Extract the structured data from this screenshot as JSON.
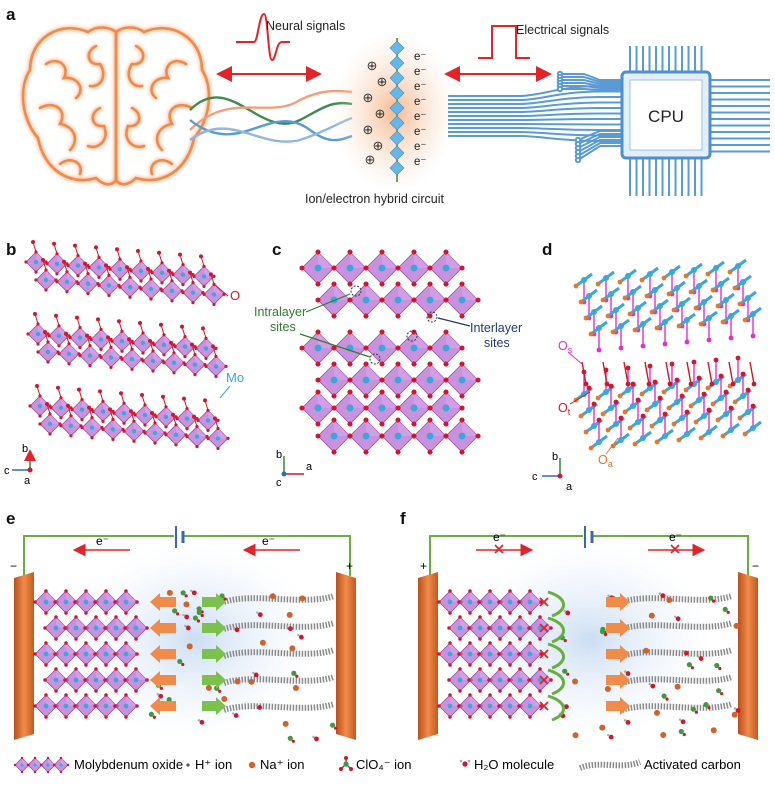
{
  "panels": {
    "a": {
      "letter": "a",
      "neural_label": "Neural signals",
      "electrical_label": "Electrical signals",
      "hybrid_caption": "Ion/electron hybrid circuit",
      "cpu_label": "CPU",
      "electron": "e⁻",
      "cation_symbol": "⊕"
    },
    "b": {
      "letter": "b",
      "label_o": "O",
      "label_mo": "Mo",
      "axes": {
        "up": "b",
        "left": "c",
        "out": "a"
      }
    },
    "c": {
      "letter": "c",
      "intralayer": [
        "Intralayer",
        "sites"
      ],
      "interlayer": [
        "Interlayer",
        "sites"
      ],
      "axes": {
        "up": "b",
        "right": "a",
        "out": "c"
      }
    },
    "d": {
      "letter": "d",
      "label_os": "O",
      "label_os_sub": "s",
      "label_ot": "O",
      "label_ot_sub": "t",
      "label_oa": "O",
      "label_oa_sub": "a",
      "axes": {
        "up": "b",
        "left": "c",
        "out": "a"
      }
    },
    "e": {
      "letter": "e",
      "electron": "e⁻",
      "minus": "−",
      "plus": "+"
    },
    "f": {
      "letter": "f",
      "electron": "e⁻",
      "minus": "−",
      "plus": "+"
    }
  },
  "legend": {
    "molybdenum_oxide": "Molybdenum oxide",
    "h_ion": "H⁺ ion",
    "na_ion": "Na⁺ ion",
    "clo4_ion": "ClO₄⁻ ion",
    "h2o": "H₂O molecule",
    "activated_carbon": "Activated carbon"
  },
  "colors": {
    "signal_red": "#e2232a",
    "octahedron_purple": "#b66fd0",
    "mo_blue": "#3aa7dd",
    "oxygen_red": "#d6142a",
    "os_magenta": "#e030d0",
    "oa_orange": "#e8772a",
    "electrode_orange": "#d9672a",
    "wire_green": "#6aae3f",
    "circuit_blue": "#5a9bd5",
    "glow_blue": "#bcd4ee",
    "intralayer_green": "#2e7d2e",
    "interlayer_navy": "#1f3b73"
  }
}
